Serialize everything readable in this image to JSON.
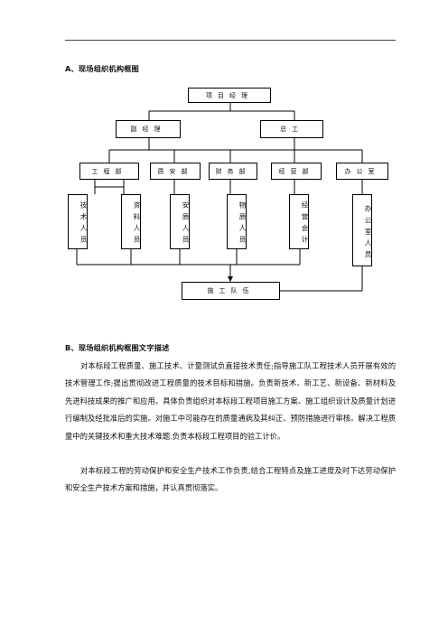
{
  "section_a": {
    "heading": "A、现场组织机构框图"
  },
  "org_chart": {
    "top": "项目经理",
    "level2": {
      "left": "副经理",
      "right": "总工"
    },
    "departments": [
      "工程部",
      "质安部",
      "财务部",
      "经营部",
      "办公室"
    ],
    "staff": [
      "技术人员",
      "资料人员",
      "安质人员",
      "物质人员",
      "经营会计",
      "办公室人员"
    ],
    "bottom": "施工队伍"
  },
  "section_b": {
    "heading": "B、现场组织机构框图文字描述",
    "paragraphs": [
      "对本标段工程质量、施工技术、计量测试负直接技术责任;指导施工队工程技术人员开展有效的技术管理工作;提出贯彻改进工程质量的技术目标和措施。负责新技术、新工艺、新设备、新材料及先进科技成果的推广和应用。具体负责组织对本标段工程项目施工方案、施工组织设计及质量计划进行编制及经批准后的实施。对施工中可能存在的质量通病及其纠正、预防措施进行审核。解决工程质量中的关键技术和重大技术难题.负责本标段工程项目的验工计价。",
      "对本标段工程的劳动保护和安全生产技术工作负责,结合工程特点及施工进度及时下达劳动保护和安全生产技术方案和措施，并认真贯彻落实。"
    ]
  }
}
